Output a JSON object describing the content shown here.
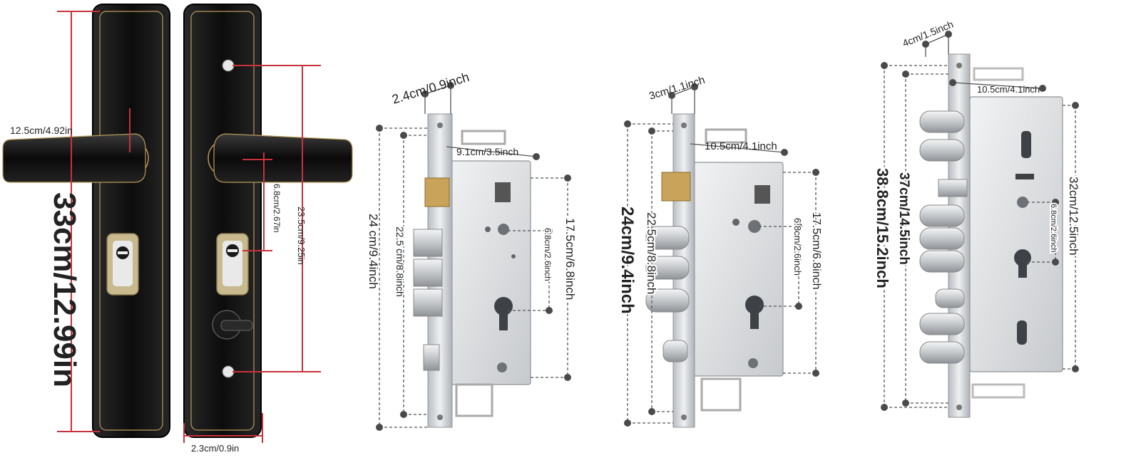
{
  "colors": {
    "plate_black": "#141414",
    "gold_trim": "#b99a5a",
    "red_dim": "#c8323a",
    "steel": "#dadcdf",
    "steel_dark": "#a7abb0",
    "brass": "#c9a35a"
  },
  "handle_set": {
    "total_height": "33cm/12.99in",
    "handle_length": "12.5cm/4.92in",
    "hole_to_cylinder": "6.8cm/2.67in",
    "hole_spacing": "23.5cm/9.25in",
    "plate_width": "2.3cm/0.9in"
  },
  "lock_body_1": {
    "faceplate_width": "2.4cm/0.9inch",
    "backset": "9.1cm/3.5inch",
    "faceplate_length": "24 cm/9.4inch",
    "case_outer": "22.5 cm/8.8inch",
    "case_height": "17.5cm/6.8inch",
    "spindle_to_cylinder": "6.8cm/2.6inch"
  },
  "lock_body_2": {
    "faceplate_width": "3cm/1.1inch",
    "backset": "10.5cm/4.1inch",
    "faceplate_length": "24cm/9.4inch",
    "case_outer": "22.5cm/8.8inch",
    "case_height": "17.5cm/6.8inch",
    "spindle_to_cylinder": "6.8cm/2.6inch"
  },
  "lock_body_3": {
    "faceplate_width": "4cm/1.5inch",
    "backset": "10.5cm/4.1inch",
    "faceplate_length": "38.8cm/15.2inch",
    "case_outer": "37cm/14.5inch",
    "case_height": "32cm/12.5inch",
    "spindle_to_cylinder": "6.8cm/2.6inch"
  }
}
